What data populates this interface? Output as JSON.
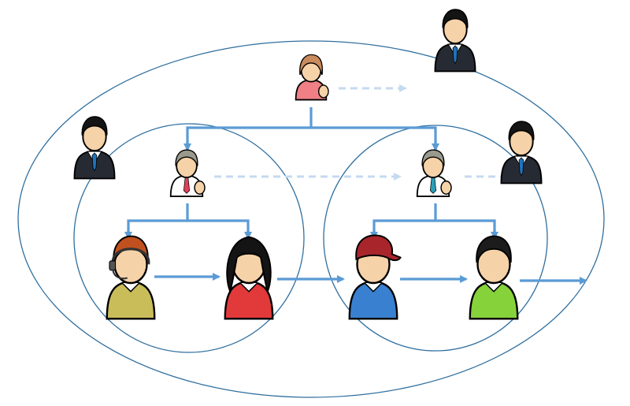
{
  "colors": {
    "ring": "#2f6f9f",
    "arrow": "#5b9bd5",
    "arrow_faint": "#c5daf0",
    "skin": "#f6d2a8",
    "suit": "#262b33",
    "tie": "#1e73be",
    "hair_dark": "#141414"
  },
  "groups": [
    {
      "id": "outer",
      "members": [
        "lead",
        "sub-lead-left",
        "sub-lead-right",
        "agent-headset",
        "agent-long-hair",
        "agent-cap",
        "agent-green"
      ],
      "observers": [
        "observer-top-right"
      ]
    },
    {
      "id": "left",
      "members": [
        "sub-lead-left",
        "agent-headset",
        "agent-long-hair"
      ],
      "observers": [
        "observer-left"
      ]
    },
    {
      "id": "right",
      "members": [
        "sub-lead-right",
        "agent-cap",
        "agent-green"
      ],
      "observers": [
        "observer-right"
      ]
    }
  ],
  "people": [
    {
      "id": "lead",
      "role": "manager",
      "icon": "woman-pink-icon",
      "hair": "#c98a5c",
      "shirt": "#f07f86",
      "tie": "#ffffff"
    },
    {
      "id": "sub-lead-left",
      "role": "manager",
      "icon": "man-white-shirt-red-tie-icon",
      "hair": "#9a9a8c",
      "shirt": "#ffffff",
      "tie": "#e0405a"
    },
    {
      "id": "sub-lead-right",
      "role": "manager",
      "icon": "man-white-shirt-teal-tie-icon",
      "hair": "#9a9a8c",
      "shirt": "#ffffff",
      "tie": "#2aa0b8"
    },
    {
      "id": "agent-headset",
      "role": "worker",
      "icon": "person-headset-icon",
      "hair": "#c0501e",
      "shirt": "#c9bd5a"
    },
    {
      "id": "agent-long-hair",
      "role": "worker",
      "icon": "woman-long-hair-icon",
      "hair": "#141414",
      "shirt": "#e23a3a"
    },
    {
      "id": "agent-cap",
      "role": "worker",
      "icon": "person-cap-icon",
      "hair": "#a8252c",
      "shirt": "#3a80d0"
    },
    {
      "id": "agent-green",
      "role": "worker",
      "icon": "person-green-shirt-icon",
      "hair": "#1c1c1c",
      "shirt": "#86d23a"
    },
    {
      "id": "observer-top-right",
      "role": "businessman",
      "icon": "businessman-icon"
    },
    {
      "id": "observer-left",
      "role": "businessman",
      "icon": "businessman-icon"
    },
    {
      "id": "observer-right",
      "role": "businessman",
      "icon": "businessman-icon"
    }
  ],
  "flows": [
    {
      "from": "lead",
      "to": "sub-lead-left",
      "style": "solid"
    },
    {
      "from": "lead",
      "to": "sub-lead-right",
      "style": "solid"
    },
    {
      "from": "sub-lead-left",
      "to": "agent-headset",
      "style": "solid"
    },
    {
      "from": "sub-lead-left",
      "to": "agent-long-hair",
      "style": "solid"
    },
    {
      "from": "sub-lead-right",
      "to": "agent-cap",
      "style": "solid"
    },
    {
      "from": "sub-lead-right",
      "to": "agent-green",
      "style": "solid"
    },
    {
      "from": "agent-headset",
      "to": "agent-long-hair",
      "style": "solid"
    },
    {
      "from": "agent-long-hair",
      "to": "agent-cap",
      "style": "solid"
    },
    {
      "from": "agent-cap",
      "to": "agent-green",
      "style": "solid"
    },
    {
      "from": "agent-green",
      "to": "outside",
      "style": "solid"
    },
    {
      "from": "lead",
      "to": "outside",
      "style": "dashed"
    },
    {
      "from": "sub-lead-left",
      "to": "sub-lead-right",
      "style": "dashed"
    },
    {
      "from": "sub-lead-right",
      "to": "observer-right",
      "style": "dashed"
    }
  ]
}
